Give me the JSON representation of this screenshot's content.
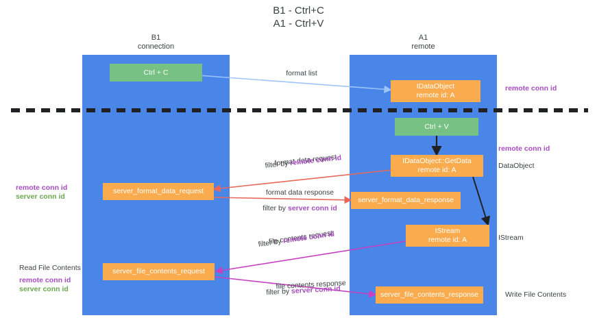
{
  "title": "B1 - Ctrl+C\nA1 - Ctrl+V",
  "lanes": [
    {
      "id": "b1",
      "header": "B1\nconnection",
      "color": "#4a86e8"
    },
    {
      "id": "a1",
      "header": "A1\nremote",
      "color": "#4a86e8"
    }
  ],
  "nodes": {
    "ctrl_c": "Ctrl + C",
    "idataobject": "IDataObject\nremote id: A",
    "ctrl_v": "Ctrl + V",
    "getdata": "IDataObject::GetData\nremote id: A",
    "server_format_data_request": "server_format_data_request",
    "server_format_data_response": "server_format_data_response",
    "istream": "IStream\nremote id: A",
    "server_file_contents_request": "server_file_contents_request",
    "server_file_contents_response": "server_file_contents_response"
  },
  "edges": {
    "format_list": "format list",
    "format_data_request": "format data request",
    "format_data_request_filter_prefix": "filter by ",
    "format_data_request_filter_value": "remote conn id",
    "format_data_response": "format data response",
    "format_data_response_filter_prefix": "filter by ",
    "format_data_response_filter_value": "server conn id",
    "file_contents_request": "file contents request",
    "file_contents_request_filter_prefix": "filter by ",
    "file_contents_request_filter_value": "remote conn id",
    "file_contents_response": "file contents response",
    "file_contents_response_filter_prefix": "filter by ",
    "file_contents_response_filter_value": "server conn id"
  },
  "annotations": {
    "right_remote_conn_id_top": "remote conn id",
    "right_remote_conn_id_mid": "remote conn id",
    "right_dataobject": "DataObject",
    "right_istream": "IStream",
    "right_write_file_contents": "Write File Contents",
    "left_read_file_contents": "Read File Contents",
    "left_remote_conn_id_a": "remote conn id",
    "left_server_conn_id_a": "server conn id",
    "left_remote_conn_id_b": "remote conn id",
    "left_server_conn_id_b": "server conn id"
  },
  "colors": {
    "lane": "#4a86e8",
    "orange": "#f9ab4e",
    "green": "#76c183",
    "purple": "#a64dbf",
    "green_text": "#6aa84f",
    "arrow_blue": "#9fc5f8",
    "arrow_red": "#e8695b",
    "arrow_magenta": "#c640c0",
    "arrow_black": "#202124",
    "divider": "#202124"
  }
}
